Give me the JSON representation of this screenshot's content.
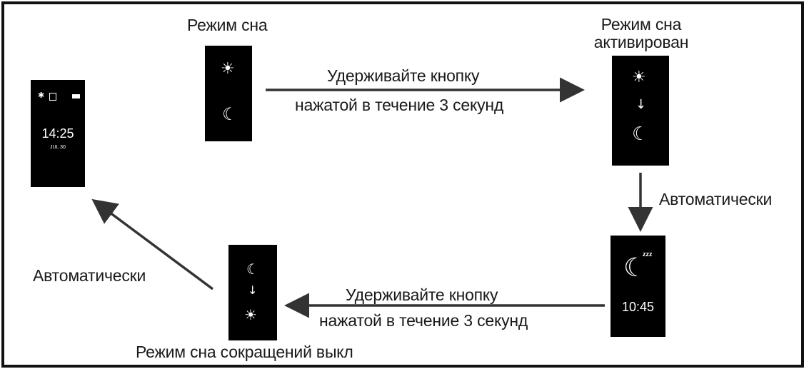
{
  "labels": {
    "sleep_mode": "Режим сна",
    "sleep_activated": "Режим сна\nактивирован",
    "hold_top_1": "Удерживайте кнопку",
    "hold_top_2": "нажатой в течение 3 секунд",
    "auto_right": "Автоматически",
    "hold_bottom_1": "Удерживайте кнопку",
    "hold_bottom_2": "нажатой в течение 3 секунд",
    "auto_left": "Автоматически",
    "sleep_off": "Режим сна сокращений выкл"
  },
  "home_screen": {
    "time": "14:25",
    "date": "JUL 30"
  },
  "sleeping_screen": {
    "zzz": "zzz",
    "time": "10:45"
  },
  "icons": {
    "sun": "☀",
    "moon": "☾",
    "down_arrow": "↓"
  },
  "colors": {
    "screen": "#000000",
    "arrow": "#333333",
    "text": "#1a1a1a"
  }
}
